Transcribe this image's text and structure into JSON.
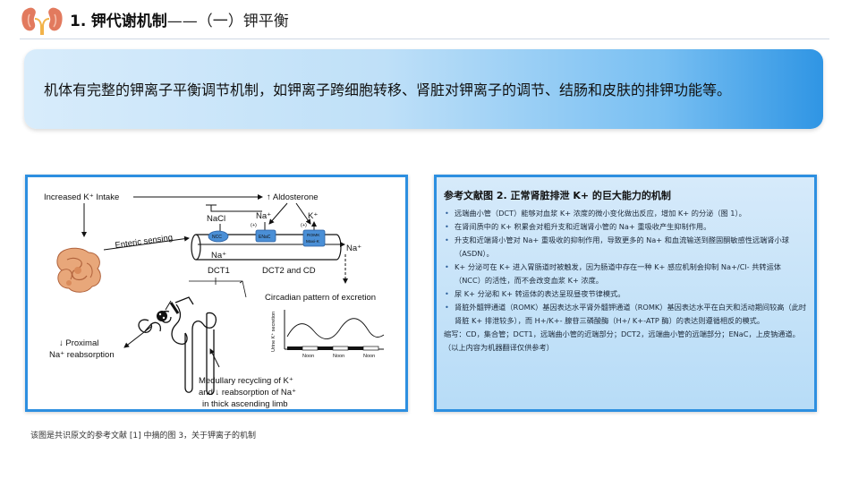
{
  "header": {
    "logo_icon": "kidney-icon",
    "title_number": "1.",
    "title_bold": "钾代谢机制",
    "title_rest": "——（一）钾平衡"
  },
  "banner": {
    "text": "机体有完整的钾离子平衡调节机制，如钾离子跨细胞转移、肾脏对钾离子的调节、结肠和皮肤的排钾功能等。"
  },
  "figure": {
    "labels": {
      "intake": "Increased K⁺ Intake",
      "aldosterone": "↑ Aldosterone",
      "nacl": "NaCl",
      "na_top": "Na⁺",
      "k_top": "K⁺",
      "plus1": "(+)",
      "plus2": "(+)",
      "enteric": "Enteric sensing",
      "ncc": "NCC",
      "enac": "ENaC",
      "romk1": "ROMK",
      "romk2": "Maxi-K",
      "na_mid": "Na⁺",
      "na_out": "Na⁺",
      "dct1": "DCT1",
      "dct2": "DCT2  and  CD",
      "circadian": "Circadian pattern of excretion",
      "yaxis": "Urine K⁺ secretion",
      "noon1": "Noon",
      "noon2": "Noon",
      "noon3": "Noon",
      "proximal1": "↓ Proximal",
      "proximal2": "Na⁺ reabsorption",
      "medullary1": "Medullary recycling of K⁺",
      "medullary2": "and ↓ reabsorption of Na⁺",
      "medullary3": "in thick ascending limb"
    }
  },
  "caption": "该图是共识原文的参考文献 [1] 中摘的图 3，关于钾离子的机制",
  "reference": {
    "title": "参考文献图 2. 正常肾脏排泄 K+ 的巨大能力的机制",
    "items": [
      "远端曲小管（DCT）能够对血浆 K+ 浓度的微小变化做出反应，增加 K+ 的分泌（图 1）。",
      "在肾间质中的 K+ 积累会对粗升支和近端肾小管的 Na+ 重吸收产生抑制作用。",
      "升支和近端肾小管对 Na+ 重吸收的抑制作用，导致更多的 Na+ 和血流输送到醛固酮敏感性远端肾小球（ASDN）。",
      "K+ 分泌可在 K+ 进入胃肠道时被触发，因为肠道中存在一种 K+ 感应机制会抑制 Na+/Cl- 共转运体（NCC）的活性，而不会改变血浆 K+ 浓度。",
      "尿 K+ 分泌和 K+ 转运体的表达呈现昼夜节律模式。",
      "肾脏外髓钾通道（ROMK）基因表达水平肾外髓钾通道（ROMK）基因表达水平在白天和活动期间较高（此时肾脏 K+ 排泄较多），而 H+/K+- 腺苷三磷酸酶（H+/ K+-ATP 酶）的表达则遵循相反的模式。"
    ],
    "bullet": "•",
    "footnote": "缩写：CD，集合管；DCT1，远端曲小管的近端部分；DCT2，远端曲小管的远端部分；ENaC，上皮钠通道。（以上内容为机器翻译仅供参考）"
  },
  "colors": {
    "accent": "#2d8fe0",
    "panel_bg": "#c6e3f8",
    "channel_blue": "#4a8fd6"
  }
}
